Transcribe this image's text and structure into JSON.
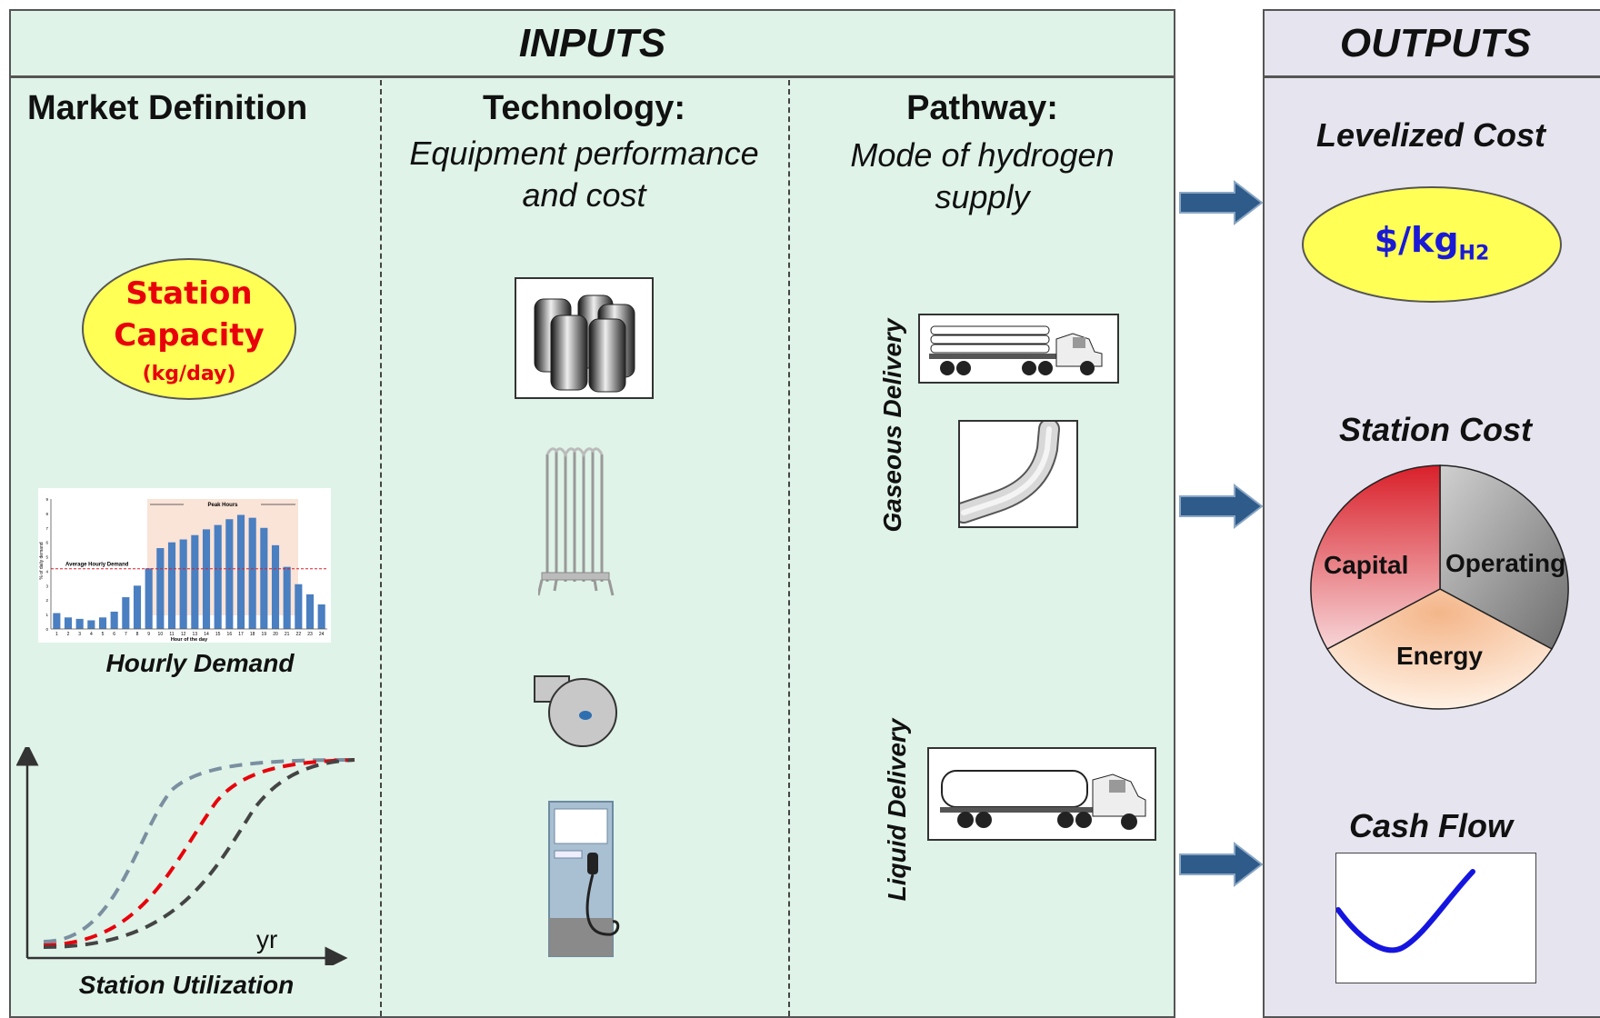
{
  "inputs": {
    "header": "INPUTS",
    "market": {
      "title": "Market Definition",
      "capacity": {
        "line1": "Station",
        "line2": "Capacity",
        "unit": "(kg/day)"
      },
      "hourly_chart": {
        "peak_label": "Peak Hours",
        "avg_label": "Average Hourly Demand",
        "ylabel": "% of daily demand",
        "xlabel": "Hour of the day",
        "hours": [
          "1",
          "2",
          "3",
          "4",
          "5",
          "6",
          "7",
          "8",
          "9",
          "10",
          "11",
          "12",
          "13",
          "14",
          "15",
          "16",
          "17",
          "18",
          "19",
          "20",
          "21",
          "22",
          "23",
          "24"
        ],
        "values": [
          1.1,
          0.8,
          0.7,
          0.6,
          0.8,
          1.2,
          2.2,
          3.0,
          4.2,
          5.6,
          6.0,
          6.2,
          6.5,
          6.9,
          7.2,
          7.6,
          7.9,
          7.7,
          7.0,
          5.8,
          4.3,
          3.1,
          2.4,
          1.7
        ],
        "average": 4.17,
        "ymax": 9
      },
      "hourly_caption": "Hourly Demand",
      "utilization_axis": "yr",
      "utilization_caption": "Station Utilization"
    },
    "technology": {
      "title": "Technology:",
      "subtitle_line1": "Equipment performance",
      "subtitle_line2": "and cost",
      "items": [
        "storage-tanks-icon",
        "heat-exchanger-icon",
        "compressor-icon",
        "dispenser-icon"
      ]
    },
    "pathway": {
      "title": "Pathway:",
      "subtitle_line1": "Mode of hydrogen",
      "subtitle_line2": "supply",
      "gaseous_label": "Gaseous Delivery",
      "liquid_label": "Liquid Delivery"
    }
  },
  "outputs": {
    "header": "OUTPUTS",
    "levelized": {
      "title": "Levelized Cost",
      "unit_main": "$/kg",
      "unit_sub": "H2"
    },
    "station_cost": {
      "title": "Station Cost",
      "slices": [
        {
          "label": "Capital",
          "color": "#d9202a"
        },
        {
          "label": "Operating",
          "color": "#8c8c8c"
        },
        {
          "label": "Energy",
          "color": "#f6c9a4"
        }
      ]
    },
    "cash_flow": {
      "title": "Cash Flow"
    }
  },
  "colors": {
    "inputs_bg": "#dff3e8",
    "outputs_bg": "#e6e4ee",
    "arrow": "#2e5b8a",
    "ellipse_fill": "#ffff55",
    "capacity_text": "#e8000b",
    "levelized_text": "#1a1ad6"
  }
}
